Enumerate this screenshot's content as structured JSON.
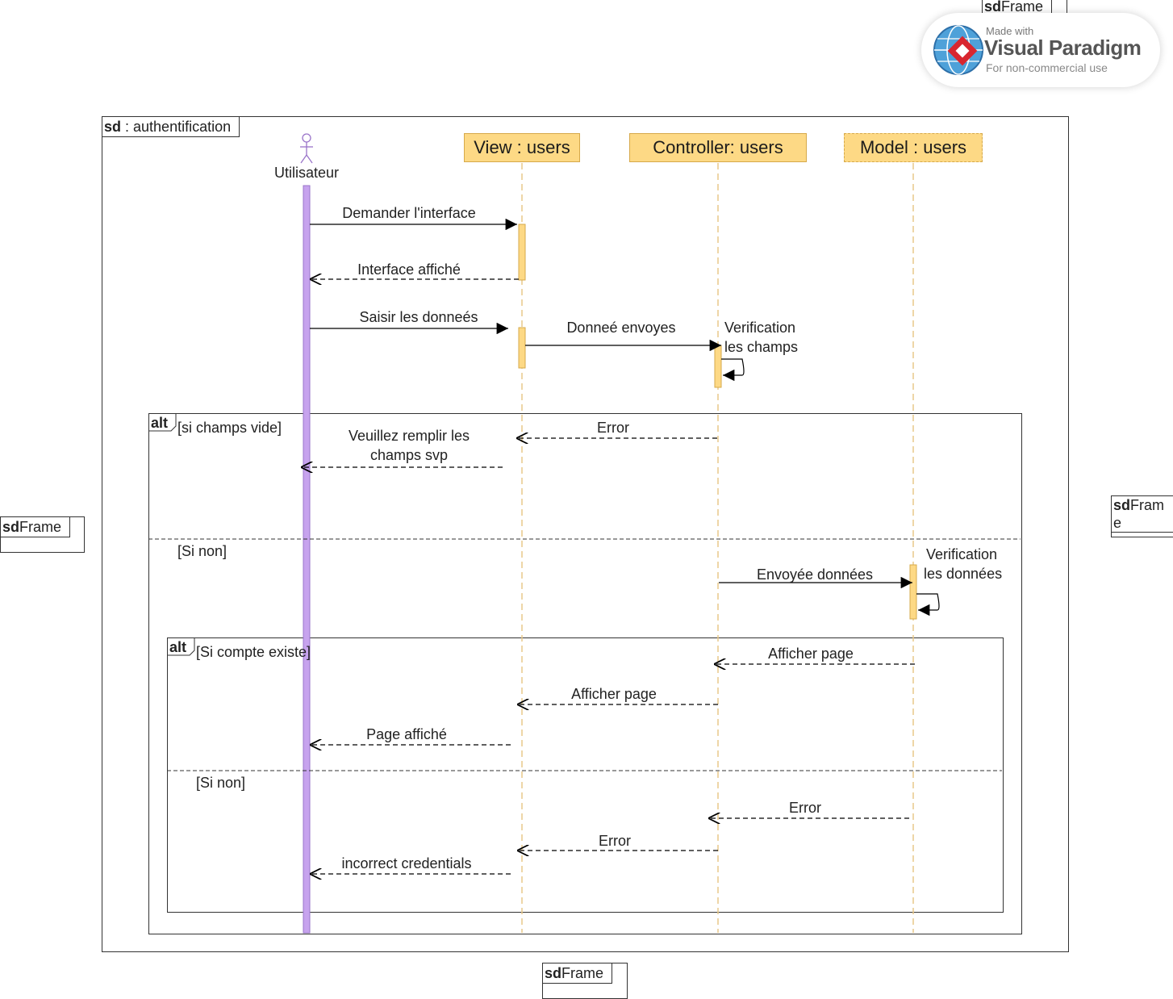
{
  "outer_frame": {
    "keyword": "sd",
    "title": " : authentification"
  },
  "stray_frames": [
    {
      "keyword": "sd",
      "title": "Frame"
    },
    {
      "keyword": "sd",
      "title": "Frame"
    },
    {
      "keyword": "sd",
      "title": "Fram e"
    },
    {
      "keyword": "sd",
      "title": "Frame"
    }
  ],
  "actor": {
    "name": "Utilisateur"
  },
  "lifelines": [
    {
      "name": "View : users"
    },
    {
      "name": "Controller: users"
    },
    {
      "name": "Model : users"
    }
  ],
  "messages": {
    "m1": "Demander l'interface",
    "m2": "Interface affiché",
    "m3": "Saisir les donneés",
    "m4": "Donneé envoyes",
    "m5_line1": "Verification",
    "m5_line2": "les champs",
    "m6": "Error",
    "m7_line1": "Veuillez remplir les",
    "m7_line2": "champs svp",
    "m8": "Envoyée données",
    "m9_line1": "Verification",
    "m9_line2": "les données",
    "m10": "Afficher page",
    "m11": "Afficher page",
    "m12": "Page affiché",
    "m13": "Error",
    "m14": "Error",
    "m15": "incorrect credentials"
  },
  "fragments": {
    "alt1": {
      "keyword": "alt",
      "guard1": "[si champs vide]",
      "guard2": "[Si non]"
    },
    "alt2": {
      "keyword": "alt",
      "guard1": "[Si compte existe]",
      "guard2": "[Si non]"
    }
  },
  "watermark": {
    "made": "Made with",
    "brand": "Visual Paradigm",
    "sub": "For non-commercial use"
  },
  "colors": {
    "lifeline_head": "#fdd985",
    "activation": "#fdd985",
    "actor_bar": "#c7a3ee",
    "lifeline": "#e9c98a"
  }
}
